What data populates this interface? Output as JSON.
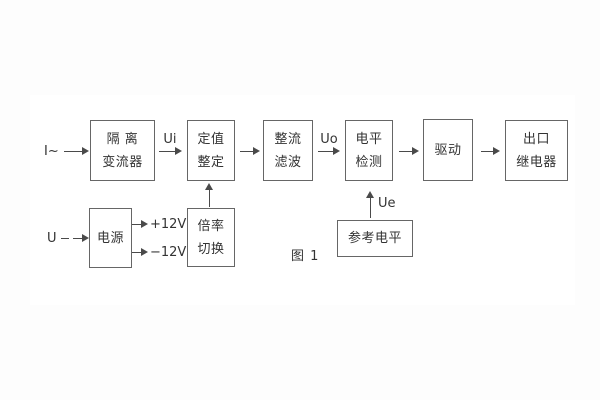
{
  "figure": {
    "caption": "图 1",
    "colors": {
      "line": "#4a4a4a",
      "border": "#666666",
      "text": "#333333",
      "background": "#fdfdfd"
    }
  },
  "blocks": {
    "isolation_transformer": {
      "line1": "隔 离",
      "line2": "变流器"
    },
    "setting_adjust": {
      "line1": "定值",
      "line2": "整定"
    },
    "rectifier_filter": {
      "line1": "整流",
      "line2": "滤波"
    },
    "level_detector": {
      "line1": "电平",
      "line2": "检测"
    },
    "driver": {
      "line1": "驱动"
    },
    "output_relay": {
      "line1": "出口",
      "line2": "继电器"
    },
    "power_supply": {
      "line1": "电源"
    },
    "ratio_switch": {
      "line1": "倍率",
      "line2": "切换"
    },
    "reference_level": {
      "line1": "参考电平"
    }
  },
  "signals": {
    "input_current": "I~",
    "input_voltage": "U",
    "ui": "Ui",
    "uo": "Uo",
    "ue": "Ue",
    "plus_12v": "+12V",
    "minus_12v": "−12V"
  }
}
